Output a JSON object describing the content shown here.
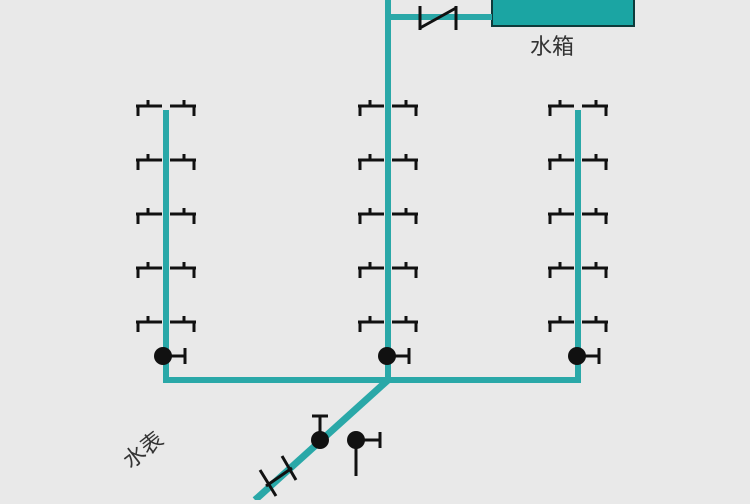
{
  "colors": {
    "pipe": "#2aa8a8",
    "pipe_dark": "#1f7f7f",
    "tank_fill": "#1ba5a3",
    "ink": "#111111",
    "background": "#e9e9e9"
  },
  "labels": {
    "tank": "水箱",
    "meter": "水表",
    "partial_bottom": "——"
  },
  "icons": [
    "check-valve-icon",
    "gate-valve-icon",
    "faucet-icon",
    "water-tank-icon"
  ],
  "risers": [
    {
      "name": "left",
      "faucet_levels": 5
    },
    {
      "name": "middle",
      "faucet_levels": 5
    },
    {
      "name": "right",
      "faucet_levels": 5
    }
  ]
}
